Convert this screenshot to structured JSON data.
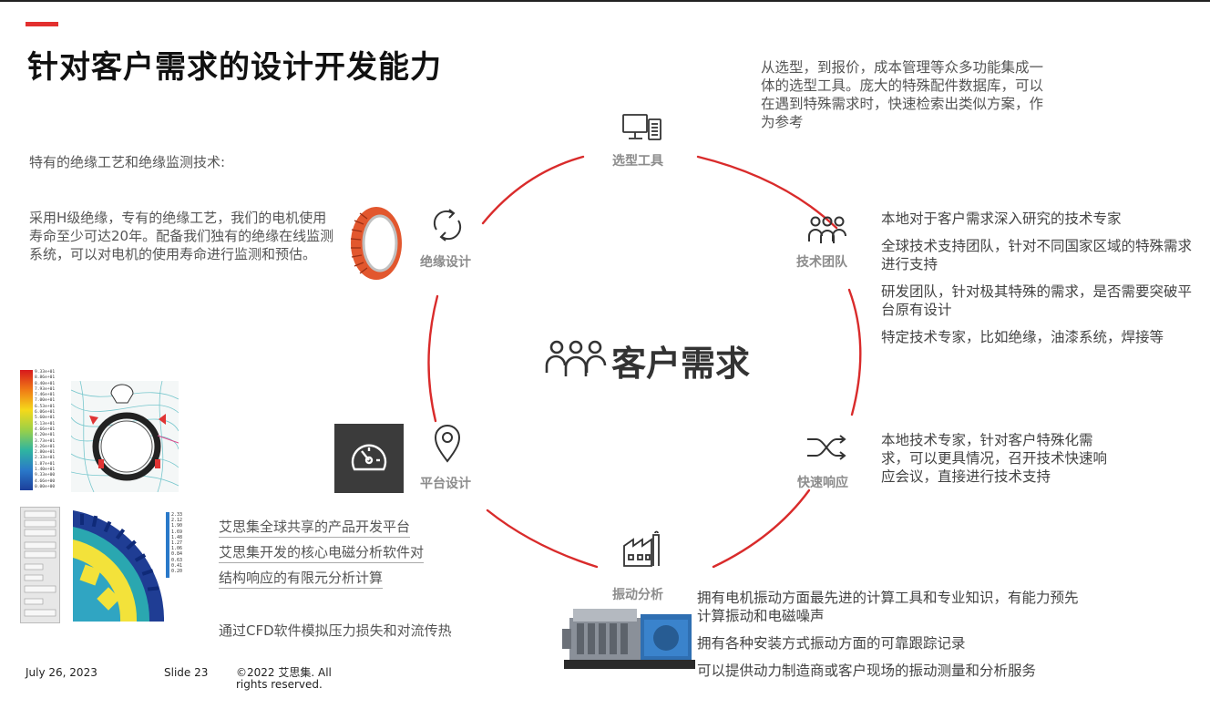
{
  "slide": {
    "title": "针对客户需求的设计开发能力",
    "center": "客户需求"
  },
  "nodes": {
    "selection_tool": "选型工具",
    "tech_team": "技术团队",
    "fast_response": "快速响应",
    "vibration": "振动分析",
    "platform": "平台设计",
    "insulation": "绝缘设计"
  },
  "text": {
    "selection_tool_desc": "从选型，到报价，成本管理等众多功能集成一体的选型工具。庞大的特殊配件数据库，可以在遇到特殊需求时，快速检索出类似方案，作为参考",
    "tech_team": [
      "本地对于客户需求深入研究的技术专家",
      "全球技术支持团队，针对不同国家区域的特殊需求进行支持",
      "研发团队，针对极其特殊的需求，是否需要突破平台原有设计",
      "特定技术专家，比如绝缘，油漆系统，焊接等"
    ],
    "fast_response": "本地技术专家，针对客户特殊化需求，可以更具情况，召开技术快速响应会议，直接进行技术支持",
    "vibration": [
      "拥有电机振动方面最先进的计算工具和专业知识，有能力预先计算振动和电磁噪声",
      "拥有各种安装方式振动方面的可靠跟踪记录",
      "可以提供动力制造商或客户现场的振动测量和分析服务"
    ],
    "insulation_heading": "特有的绝缘工艺和绝缘监测技术:",
    "insulation_desc": "采用H级绝缘，专有的绝缘工艺，我们的电机使用寿命至少可达20年。配备我们独有的绝缘在线监测系统，可以对电机的使用寿命进行监测和预估。",
    "platform": [
      "艾思集全球共享的产品开发平台 艾思集开发的核心电磁分析软件对结构响应的有限元分析计算",
      "通过CFD软件模拟压力损失和对流传热"
    ]
  },
  "legend_values": [
    "9.33e+01",
    "8.86e+01",
    "8.40e+01",
    "7.93e+01",
    "7.46e+01",
    "7.00e+01",
    "6.53e+01",
    "6.06e+01",
    "5.60e+01",
    "5.13e+01",
    "4.66e+01",
    "4.20e+01",
    "3.73e+01",
    "3.26e+01",
    "2.80e+01",
    "2.33e+01",
    "1.87e+01",
    "1.40e+01",
    "9.33e+00",
    "4.66e+00",
    "0.00e+00"
  ],
  "fem_scale": [
    "2.33",
    "2.12",
    "1.90",
    "1.69",
    "1.48",
    "1.27",
    "1.06",
    "0.84",
    "0.63",
    "0.41",
    "0.20"
  ],
  "footer": {
    "date": "July 26, 2023",
    "slide": "Slide 23",
    "copyright": "©2022 艾思集. All rights reserved."
  },
  "colors": {
    "accent": "#e3302f",
    "ring": "#d92b2b"
  },
  "icons": [
    "computer-icon",
    "team-icon",
    "shuffle-icon",
    "factory-icon",
    "location-pin-icon",
    "refresh-icon",
    "gauge-icon",
    "people-icon"
  ]
}
